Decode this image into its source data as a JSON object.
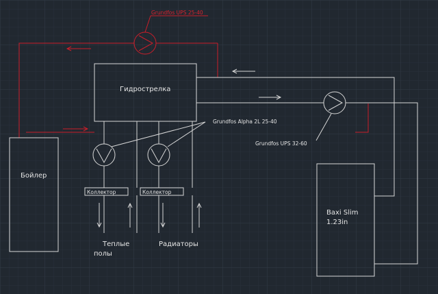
{
  "drawing": {
    "background_color": "#212830",
    "grid_color": "#2e3640",
    "line_color": "#d8d8d8",
    "supply_color": "#cc1e2a"
  },
  "labels": {
    "hydro_separator": "Гидрострелка",
    "boiler": "Бойлер",
    "baxi_line1": "Baxi Slim",
    "baxi_line2": "1.23in",
    "collector_floor": "Коллектор",
    "collector_radiators": "Коллектор",
    "floor_heating_line1": "Теплые",
    "floor_heating_line2": "полы",
    "radiators": "Радиаторы",
    "pump_top": "Grundfos UPS 25-40",
    "pump_alpha": "Grundfos Alpha 2L  25-40",
    "pump_right": "Grundfos UPS 32-60"
  }
}
